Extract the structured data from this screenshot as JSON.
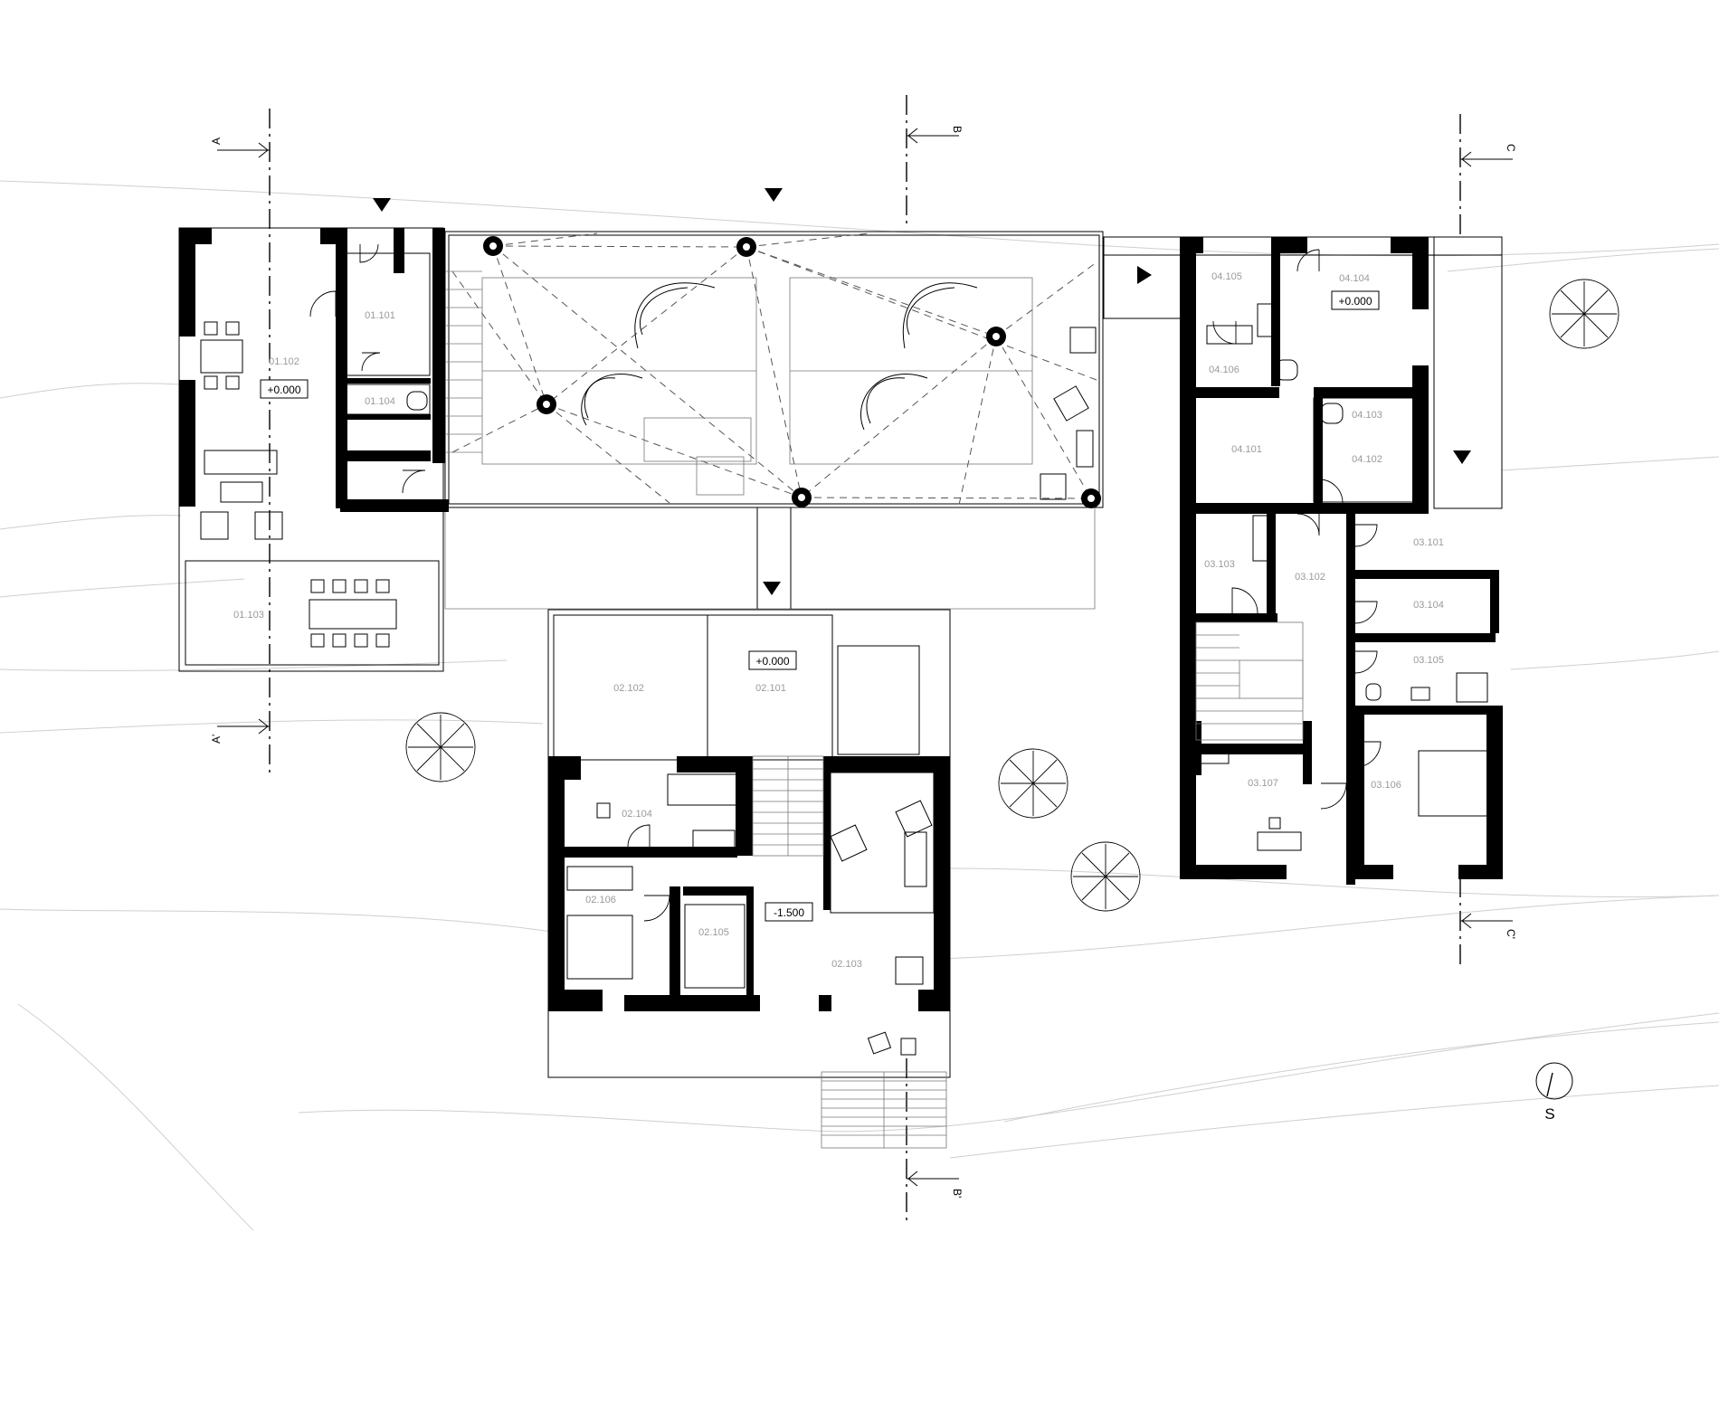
{
  "rooms": {
    "r01_101": "01.101",
    "r01_102": "01.102",
    "r01_103": "01.103",
    "r01_104": "01.104",
    "r02_101": "02.101",
    "r02_102": "02.102",
    "r02_103": "02.103",
    "r02_104": "02.104",
    "r02_105": "02.105",
    "r02_106": "02.106",
    "r03_101": "03.101",
    "r03_102": "03.102",
    "r03_103": "03.103",
    "r03_104": "03.104",
    "r03_105": "03.105",
    "r03_106": "03.106",
    "r03_107": "03.107",
    "r04_101": "04.101",
    "r04_102": "04.102",
    "r04_103": "04.103",
    "r04_104": "04.104",
    "r04_105": "04.105",
    "r04_106": "04.106"
  },
  "levels": {
    "west": "+0.000",
    "south_upper": "+0.000",
    "east": "+0.000",
    "south_lower": "-1.500"
  },
  "sections": {
    "a": "A",
    "a_prime": "A'",
    "b": "B",
    "b_prime": "B'",
    "c": "C",
    "c_prime": "C'"
  },
  "north_label": "S"
}
